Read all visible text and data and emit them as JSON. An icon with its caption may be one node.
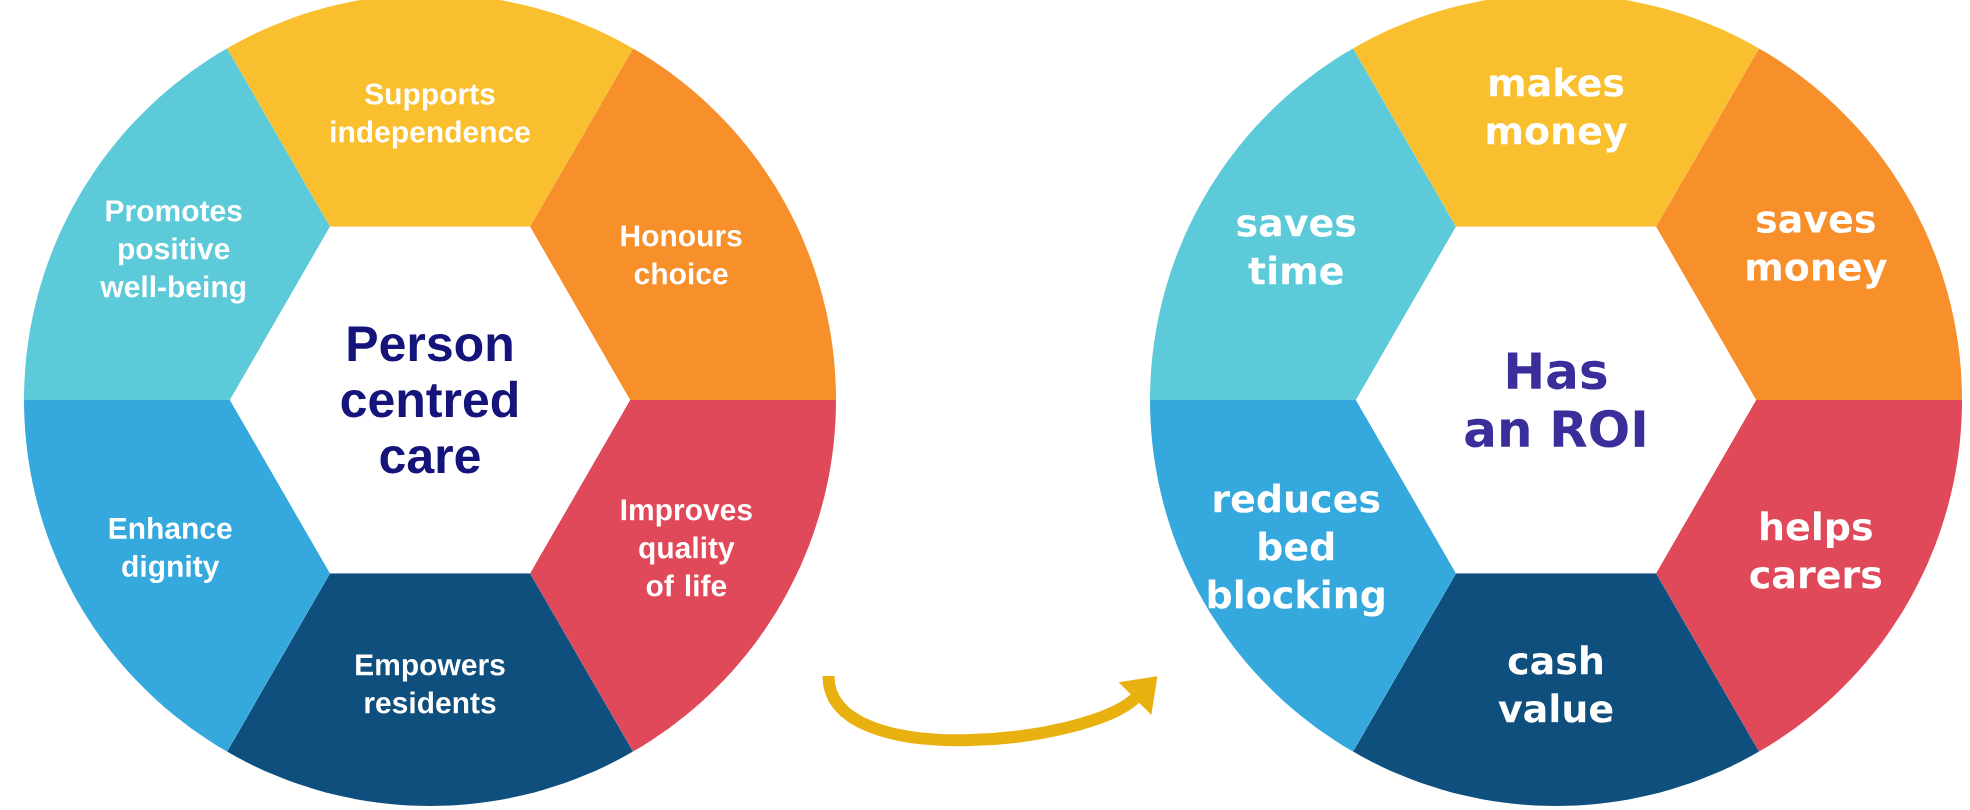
{
  "diagram": {
    "nodes": [
      {
        "text": [],
        "shape": "circle"
      },
      {
        "text": [
          "Person centred care"
        ],
        "in": 0
      },
      {
        "text": [
          "Supports independence"
        ],
        "in": 0
      },
      {
        "text": [
          "Honours choice"
        ],
        "in": 0
      },
      {
        "text": [
          "Improves quality of life"
        ],
        "in": 0
      },
      {
        "text": [
          "Empowers residents"
        ],
        "in": 0
      },
      {
        "text": [
          "Enhance dignity"
        ],
        "in": 0
      },
      {
        "text": [
          "Promotes positive well-being"
        ],
        "in": 0
      },
      {
        "text": [],
        "shape": "circle"
      },
      {
        "text": [
          "Has an ROI"
        ],
        "in": 8
      },
      {
        "text": [
          "makes money"
        ],
        "in": 8
      },
      {
        "text": [
          "saves money"
        ],
        "in": 8
      },
      {
        "text": [
          "helps carers"
        ],
        "in": 8
      },
      {
        "text": [
          "cash value"
        ],
        "in": 8
      },
      {
        "text": [
          "reduces bed blocking"
        ],
        "in": 8
      },
      {
        "text": [
          "saves time"
        ],
        "in": 8
      }
    ],
    "edges": [
      {
        "from": 0,
        "to": 8,
        "arrow": "to"
      }
    ]
  }
}
